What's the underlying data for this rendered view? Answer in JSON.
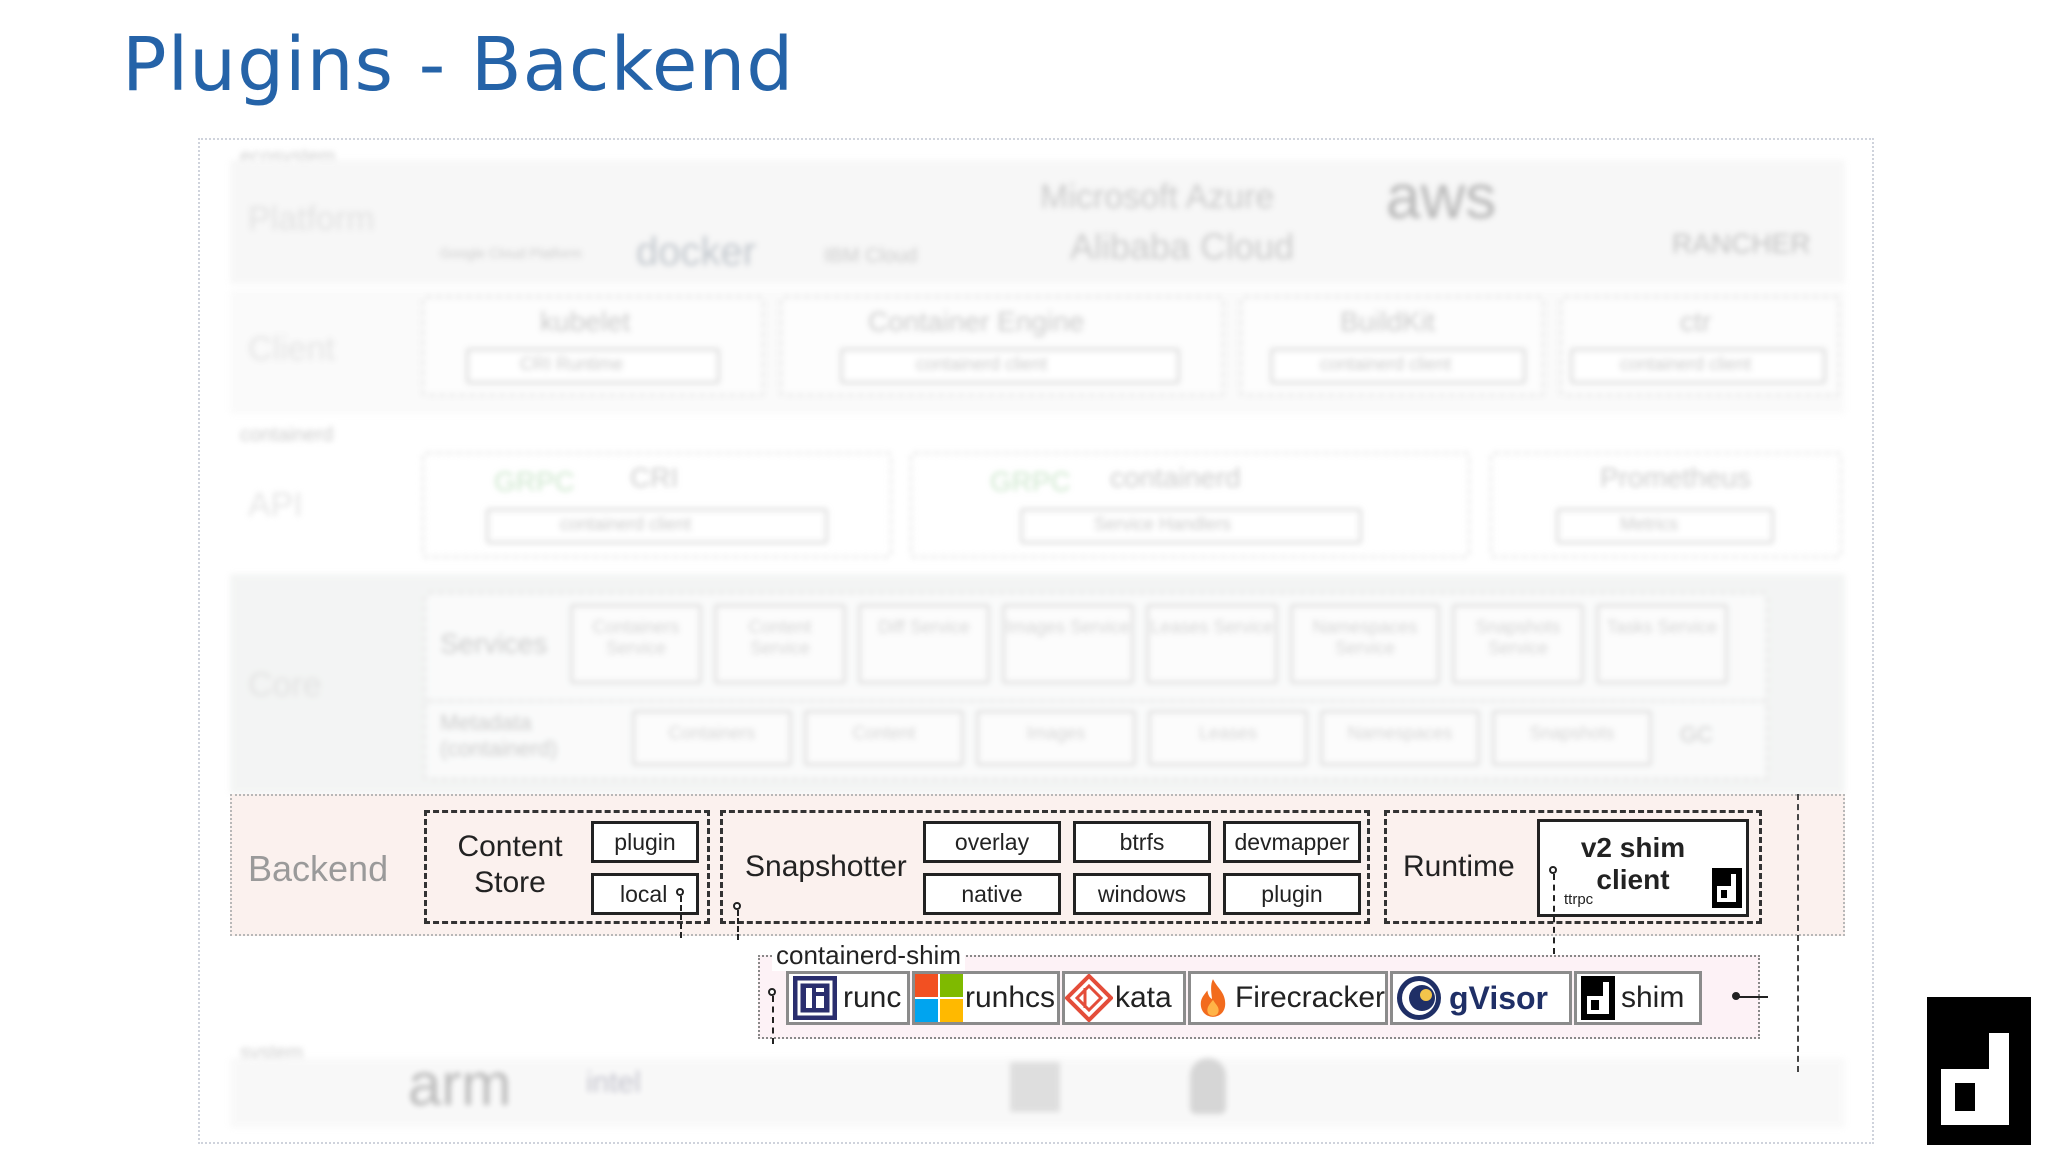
{
  "title": "Plugins - Backend",
  "faded": {
    "sections": [
      "ecosystem",
      "containerd",
      "system"
    ],
    "rows": [
      "Platform",
      "Client",
      "API",
      "Core"
    ],
    "platform_logos": [
      "docker",
      "Microsoft Azure",
      "Alibaba Cloud",
      "aws",
      "RANCHER",
      "IBM Cloud",
      "Google Cloud Platform"
    ],
    "clients": [
      {
        "name": "kubelet",
        "inner": "CRI Runtime"
      },
      {
        "name": "Container Engine",
        "inner": "containerd client"
      },
      {
        "name": "BuildKit",
        "inner": "containerd client"
      },
      {
        "name": "ctr",
        "inner": "containerd client"
      }
    ],
    "apis": [
      {
        "name": "CRI",
        "tag": "GRPC",
        "inner": "containerd client"
      },
      {
        "name": "containerd",
        "tag": "GRPC",
        "inner": "Service Handlers"
      },
      {
        "name": "Prometheus",
        "tag": "",
        "inner": "Metrics"
      }
    ],
    "services_label": "Services",
    "services": [
      "Containers Service",
      "Content Service",
      "Diff Service",
      "Images Service",
      "Leases Service",
      "Namespaces Service",
      "Snapshots Service",
      "Tasks Service"
    ],
    "metadata_label": "Metadata (containerd)",
    "metadata": [
      "Containers",
      "Content",
      "Images",
      "Leases",
      "Namespaces",
      "Snapshots"
    ],
    "gc": "GC",
    "system_logos": [
      "arm",
      "intel"
    ]
  },
  "backend": {
    "label": "Backend",
    "content_store": {
      "label_line1": "Content",
      "label_line2": "Store",
      "plugin": "plugin",
      "local": "local"
    },
    "snapshotter": {
      "label": "Snapshotter",
      "items": [
        "overlay",
        "btrfs",
        "devmapper",
        "native",
        "windows",
        "plugin"
      ]
    },
    "runtime": {
      "label": "Runtime",
      "client_line1": "v2 shim",
      "client_line2": "client",
      "ttrpc": "ttrpc"
    }
  },
  "shim": {
    "label": "containerd-shim",
    "runtimes": [
      {
        "name": "runc",
        "icon": "runc-icon"
      },
      {
        "name": "runhcs",
        "icon": "windows-icon"
      },
      {
        "name": "kata",
        "icon": "kata-icon"
      },
      {
        "name": "Firecracker",
        "icon": "flame-icon"
      },
      {
        "name": "gVisor",
        "icon": "gvisor-icon"
      },
      {
        "name": "shim",
        "icon": "d-icon"
      }
    ]
  },
  "colors": {
    "title": "#2563a8",
    "backend_bg": "#fbf1ee",
    "shim_bg": "#fdf2f6"
  }
}
